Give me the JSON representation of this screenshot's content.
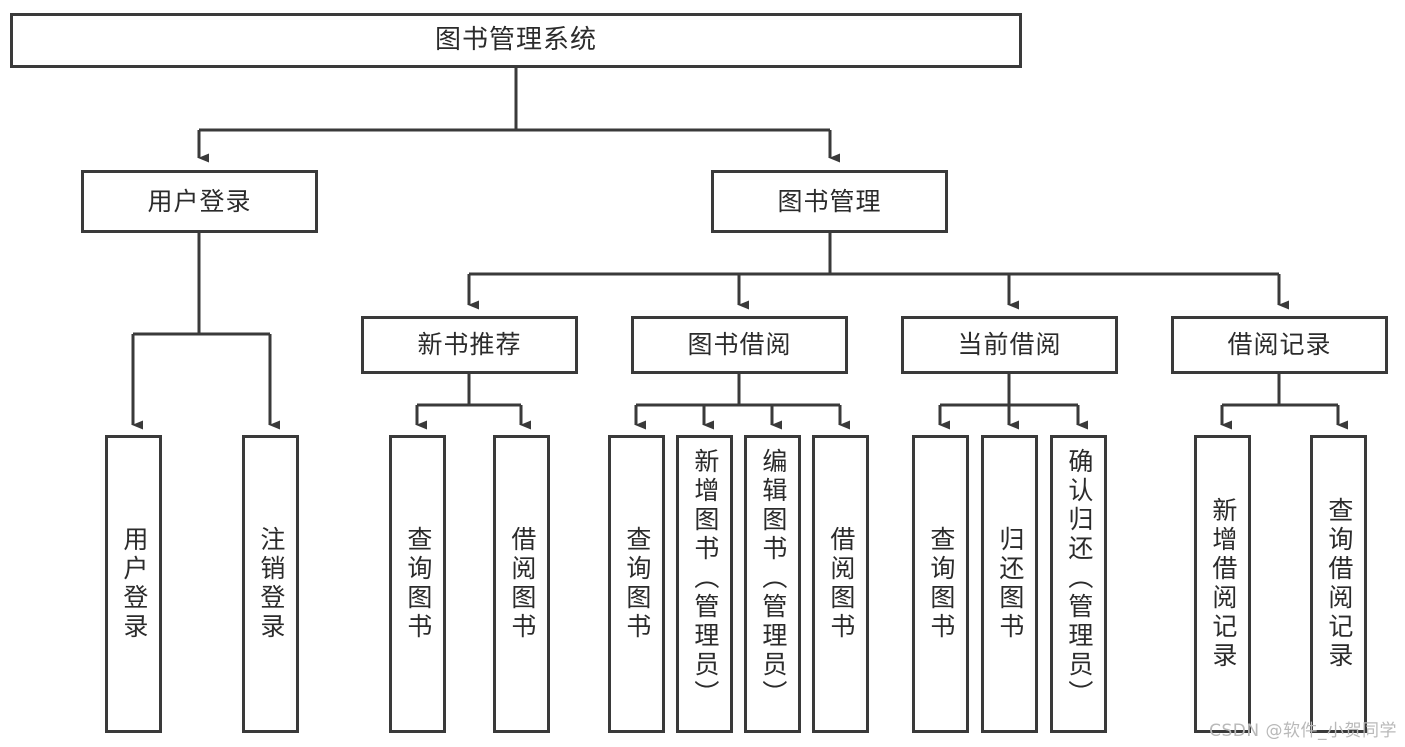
{
  "diagram": {
    "title": "图书管理系统",
    "watermark": "CSDN @软件_小贺同学",
    "line_color": "#3a3a3a",
    "text_color": "#2b2b2b",
    "background": "#ffffff"
  },
  "nodes": {
    "root": {
      "label": "图书管理系统"
    },
    "level2": [
      {
        "label": "用户登录"
      },
      {
        "label": "图书管理"
      }
    ],
    "level3": [
      {
        "label": "新书推荐"
      },
      {
        "label": "图书借阅"
      },
      {
        "label": "当前借阅"
      },
      {
        "label": "借阅记录"
      }
    ],
    "leaves": {
      "user_login": [
        {
          "label": "用户登录"
        },
        {
          "label": "注销登录"
        }
      ],
      "new_book_recommend": [
        {
          "label": "查询图书"
        },
        {
          "label": "借阅图书"
        }
      ],
      "book_borrow": [
        {
          "label": "查询图书"
        },
        {
          "label": "新增图书（管理员）"
        },
        {
          "label": "编辑图书（管理员）"
        },
        {
          "label": "借阅图书"
        }
      ],
      "current_borrow": [
        {
          "label": "查询图书"
        },
        {
          "label": "归还图书"
        },
        {
          "label": "确认归还（管理员）"
        }
      ],
      "borrow_record": [
        {
          "label": "新增借阅记录"
        },
        {
          "label": "查询借阅记录"
        }
      ]
    }
  }
}
